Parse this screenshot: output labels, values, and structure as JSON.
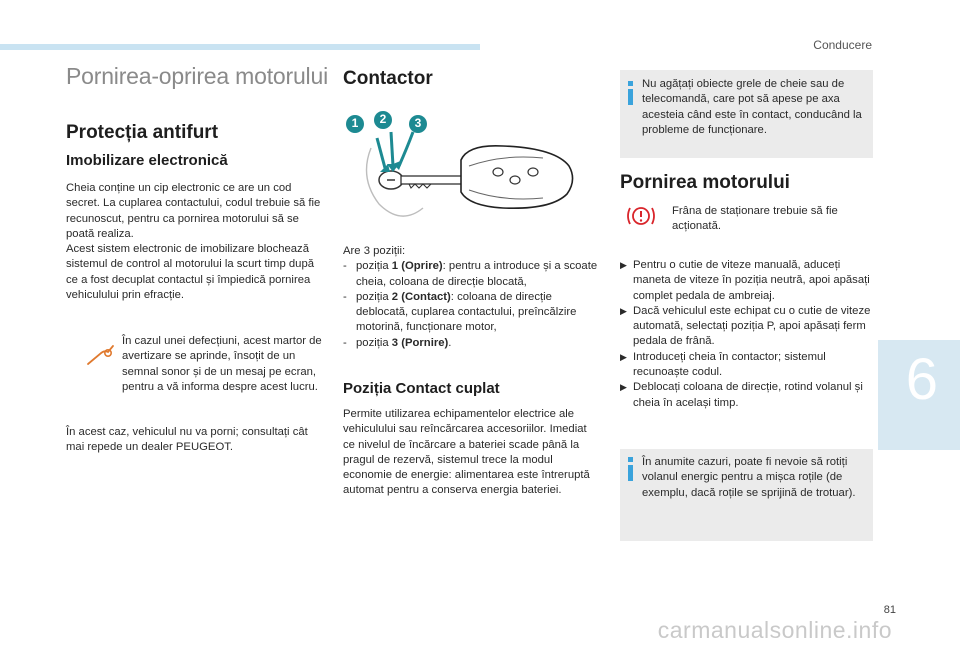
{
  "header": {
    "section_label": "Conducere"
  },
  "col1": {
    "main_title": "Pornirea-oprirea motorului",
    "h2": "Protecția antifurt",
    "h3": "Imobilizare electronică",
    "p1": "Cheia conține un cip electronic ce are un cod secret. La cuplarea contactului, codul trebuie să fie recunoscut, pentru ca pornirea motorului să se poată realiza.",
    "p2": "Acest sistem electronic de imobilizare blochează sistemul de control al motorului la scurt timp după ce a fost decuplat contactul și împiedică pornirea vehiculului prin efracție.",
    "warning": "În cazul unei defecțiuni, acest martor de avertizare se aprinde, însoțit de un semnal sonor și de un mesaj pe ecran, pentru a vă informa despre acest lucru.",
    "p3": "În acest caz, vehiculul nu va porni; consultați cât mai repede un dealer PEUGEOT."
  },
  "col2": {
    "h2": "Contactor",
    "figure": {
      "badges": [
        "1",
        "2",
        "3"
      ]
    },
    "intro": "Are 3 poziții:",
    "positions": [
      {
        "pre": "poziția ",
        "bold": "1 (Oprire)",
        "post": ": pentru a introduce și a scoate cheia, coloana de direcție blocată,"
      },
      {
        "pre": "poziția ",
        "bold": "2 (Contact)",
        "post": ": coloana de direcție deblocată, cuplarea contactului, preîncălzire motorină, funcționare motor,"
      },
      {
        "pre": "poziția ",
        "bold": "3 (Pornire)",
        "post": "."
      }
    ],
    "h3": "Poziția Contact cuplat",
    "p": "Permite utilizarea echipamentelor electrice ale vehiculului sau reîncărcarea accesoriilor. Imediat ce nivelul de încărcare a bateriei scade până la pragul de rezervă, sistemul trece la modul economie de energie: alimentarea este întreruptă automat pentru a conserva energia bateriei."
  },
  "col3": {
    "info1": "Nu agățați obiecte grele de cheie sau de telecomandă, care pot să apese pe axa acesteia când este în contact, conducând la probleme de funcționare.",
    "h2": "Pornirea motorului",
    "brake_note": "Frâna de staționare trebuie să fie acționată.",
    "steps": [
      "Pentru o cutie de viteze manuală, aduceți maneta de viteze în poziția neutră, apoi apăsați complet pedala de ambreiaj.",
      "Dacă vehiculul este echipat cu o cutie de viteze automată, selectați poziția P, apoi apăsați ferm pedala de frână.",
      "Introduceți cheia în contactor; sistemul recunoaște codul.",
      "Deblocați coloana de direcție, rotind volanul și cheia în același timp."
    ],
    "info2": "În anumite cazuri, poate fi nevoie să rotiți volanul energic pentru a mișca roțile (de exemplu, dacă roțile se sprijină de trotuar)."
  },
  "footer": {
    "chapter": "6",
    "page": "81",
    "watermark": "carmanualsonline.info"
  },
  "colors": {
    "accent_blue": "#3aa3dc",
    "info_box": "#ebebeb",
    "warning_red": "#d9252b",
    "tab_blue": "#d7e8f2",
    "topbar": "#c9e3f2"
  },
  "icons": [
    "warning-light-icon",
    "info-icon",
    "parking-brake-icon",
    "chevron-bullet-icon"
  ]
}
